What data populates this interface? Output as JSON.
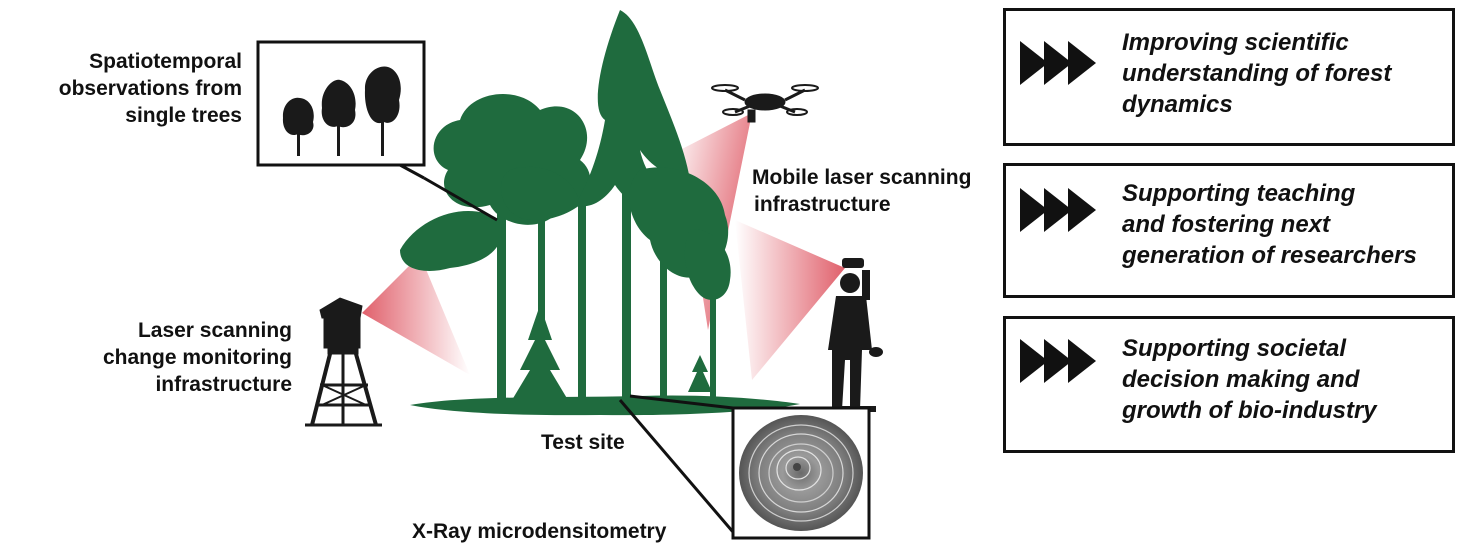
{
  "labels": {
    "observations": [
      "Spatiotemporal",
      "observations from",
      "single trees"
    ],
    "mobile": [
      "Mobile laser scanning",
      "infrastructure"
    ],
    "laser_tower": [
      "Laser scanning",
      "change monitoring",
      "infrastructure"
    ],
    "test_site": "Test site",
    "xray": "X-Ray microdensitometry"
  },
  "outcomes": [
    {
      "lines": [
        "Improving scientific",
        "understanding of forest",
        "dynamics"
      ]
    },
    {
      "lines": [
        "Supporting teaching",
        "and fostering next",
        "generation of researchers"
      ]
    },
    {
      "lines": [
        "Supporting societal",
        "decision making and",
        "growth of bio-industry"
      ]
    }
  ],
  "colors": {
    "forest": "#1f6b3e",
    "silhouette": "#1a1a1a",
    "laser_beam": "#d62b3a",
    "box_border": "#111111"
  },
  "icons": [
    "triple-arrow-icon",
    "drone-icon",
    "tower-icon",
    "person-scanner-icon",
    "tree-disc-icon"
  ]
}
